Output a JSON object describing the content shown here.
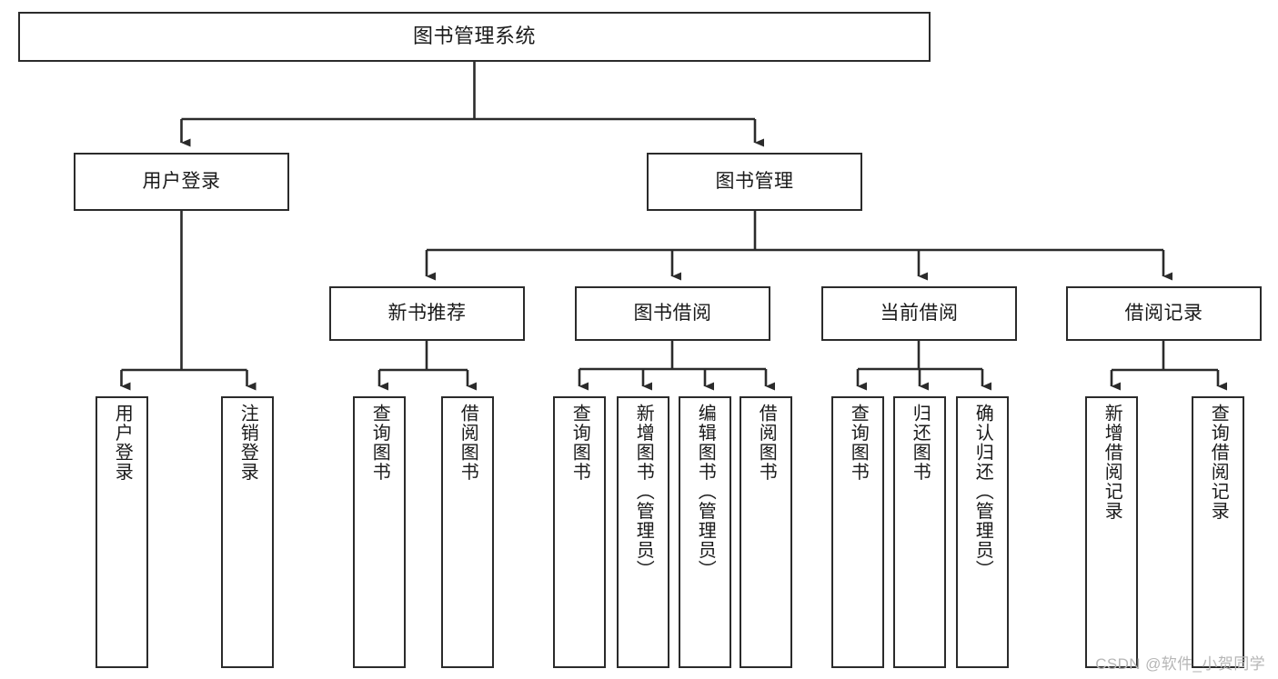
{
  "diagram": {
    "title": "图书管理系统",
    "type": "tree-hierarchy",
    "orientation": "top-down",
    "stroke_color": "#2b2b2b",
    "fill_color": "#ffffff",
    "background_color": "#ffffff"
  },
  "watermark": {
    "text": "CSDN @软件_小贺同学",
    "color": "#b6b6b6"
  },
  "nodes": {
    "root": {
      "label": "图书管理系统",
      "level": 0
    },
    "level2": [
      {
        "id": "user-login",
        "label": "用户登录"
      },
      {
        "id": "book-management",
        "label": "图书管理"
      }
    ],
    "level3": [
      {
        "id": "new-book-recommend",
        "label": "新书推荐"
      },
      {
        "id": "book-borrow",
        "label": "图书借阅"
      },
      {
        "id": "current-borrow",
        "label": "当前借阅"
      },
      {
        "id": "borrow-record",
        "label": "借阅记录"
      }
    ],
    "leaves": {
      "user-login": [
        {
          "id": "leaf-user-login",
          "label": "用户登录"
        },
        {
          "id": "leaf-user-logout",
          "label": "注销登录"
        }
      ],
      "new-book-recommend": [
        {
          "id": "leaf-query-book-1",
          "label": "查询图书"
        },
        {
          "id": "leaf-borrow-book-1",
          "label": "借阅图书"
        }
      ],
      "book-borrow": [
        {
          "id": "leaf-query-book-2",
          "label": "查询图书"
        },
        {
          "id": "leaf-add-book",
          "label": "新增图书（管理员）"
        },
        {
          "id": "leaf-edit-book",
          "label": "编辑图书（管理员）"
        },
        {
          "id": "leaf-borrow-book-2",
          "label": "借阅图书"
        }
      ],
      "current-borrow": [
        {
          "id": "leaf-query-book-3",
          "label": "查询图书"
        },
        {
          "id": "leaf-return-book",
          "label": "归还图书"
        },
        {
          "id": "leaf-confirm-return",
          "label": "确认归还（管理员）"
        }
      ],
      "borrow-record": [
        {
          "id": "leaf-add-record",
          "label": "新增借阅记录"
        },
        {
          "id": "leaf-query-record",
          "label": "查询借阅记录"
        }
      ]
    }
  }
}
